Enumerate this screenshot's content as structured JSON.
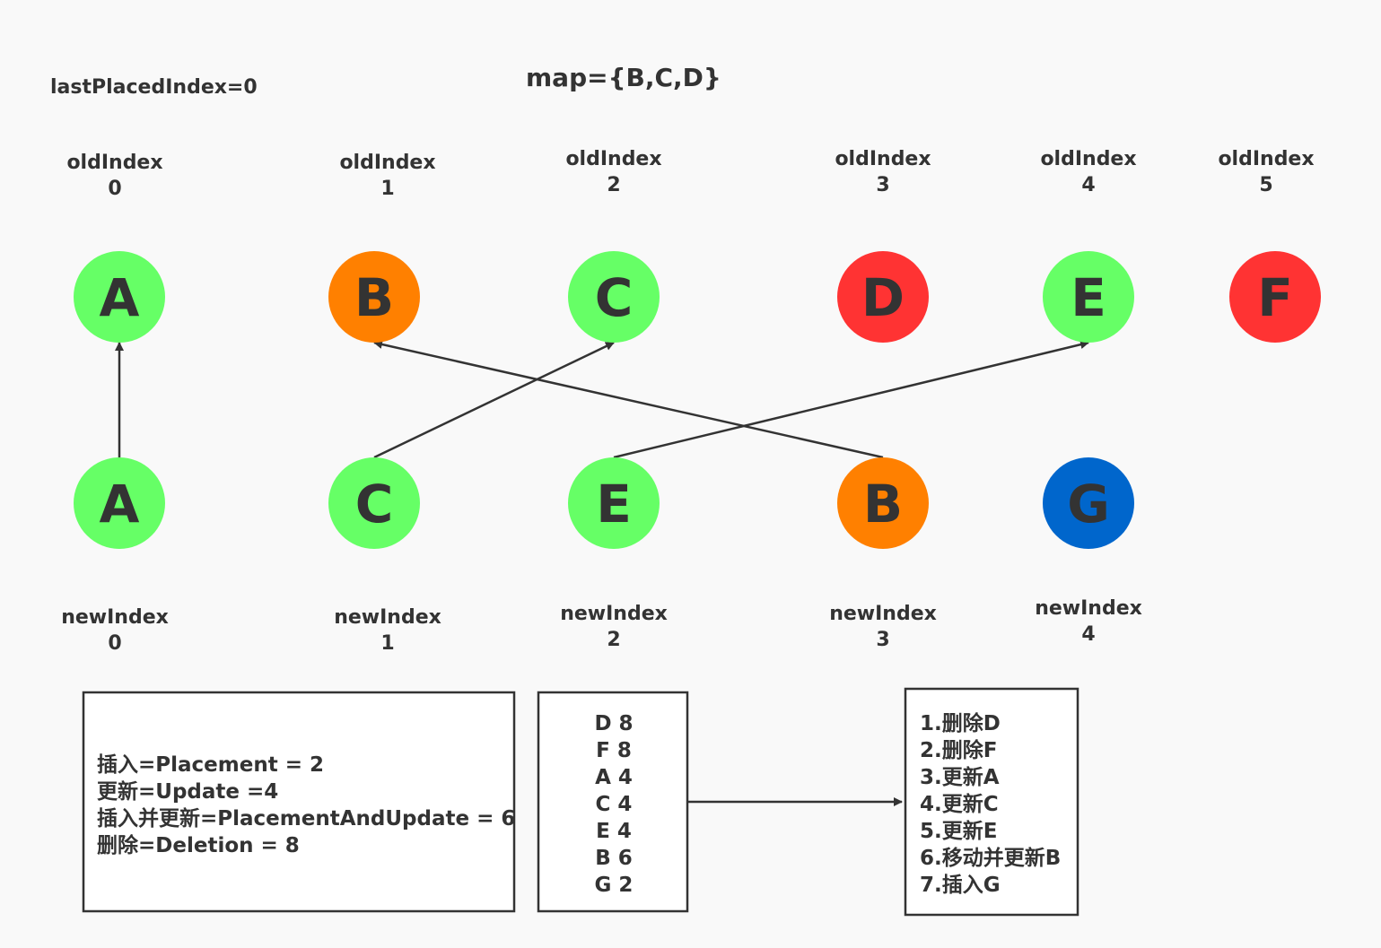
{
  "header": {
    "last_placed_index": "lastPlacedIndex=0",
    "map": "map={B,C,D}"
  },
  "old_nodes": [
    {
      "label": "oldIndex",
      "index": "0",
      "letter": "A",
      "color": "#66ff66"
    },
    {
      "label": "oldIndex",
      "index": "1",
      "letter": "B",
      "color": "#ff8000"
    },
    {
      "label": "oldIndex",
      "index": "2",
      "letter": "C",
      "color": "#66ff66"
    },
    {
      "label": "oldIndex",
      "index": "3",
      "letter": "D",
      "color": "#ff3333"
    },
    {
      "label": "oldIndex",
      "index": "4",
      "letter": "E",
      "color": "#66ff66"
    },
    {
      "label": "oldIndex",
      "index": "5",
      "letter": "F",
      "color": "#ff3333"
    }
  ],
  "new_nodes": [
    {
      "label": "newIndex",
      "index": "0",
      "letter": "A",
      "color": "#66ff66"
    },
    {
      "label": "newIndex",
      "index": "1",
      "letter": "C",
      "color": "#66ff66"
    },
    {
      "label": "newIndex",
      "index": "2",
      "letter": "E",
      "color": "#66ff66"
    },
    {
      "label": "newIndex",
      "index": "3",
      "letter": "B",
      "color": "#ff8000"
    },
    {
      "label": "newIndex",
      "index": "4",
      "letter": "G",
      "color": "#0066cc"
    }
  ],
  "edges": [
    {
      "from_new": 0,
      "to_old": 0
    },
    {
      "from_new": 1,
      "to_old": 2
    },
    {
      "from_new": 2,
      "to_old": 4
    },
    {
      "from_new": 3,
      "to_old": 1
    }
  ],
  "legend_box": {
    "lines": [
      "插入=Placement = 2",
      "更新=Update =4",
      "插入并更新=PlacementAndUpdate = 6",
      "删除=Deletion = 8"
    ]
  },
  "flags_box": {
    "lines": [
      "D 8",
      "F 8",
      "A 4",
      "C 4",
      "E 4",
      "B 6",
      "G 2"
    ]
  },
  "ops_box": {
    "lines": [
      "1.删除D",
      "2.删除F",
      "3.更新A",
      "4.更新C",
      "5.更新E",
      "6.移动并更新B",
      "7.插入G"
    ]
  },
  "colors": {
    "keep": "#66ff66",
    "move": "#ff8000",
    "delete": "#ff3333",
    "insert": "#0066cc",
    "ink": "#333333"
  }
}
